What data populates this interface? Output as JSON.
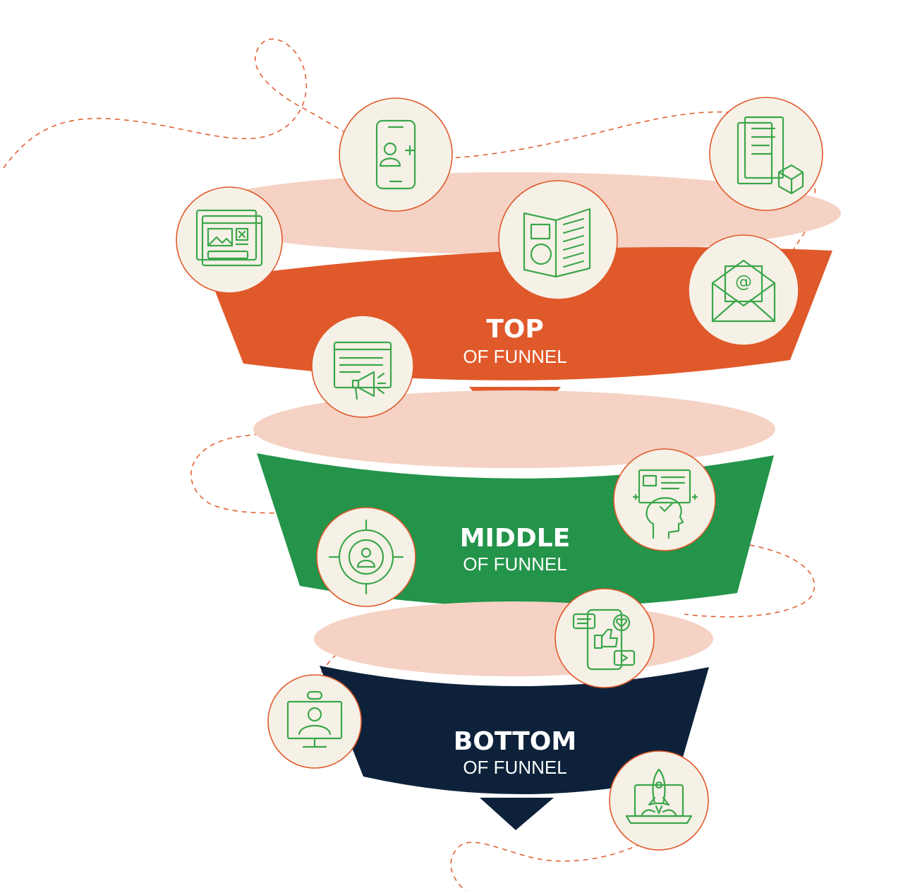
{
  "funnel": {
    "stages": [
      {
        "id": "top",
        "title": "TOP",
        "subtitle": "OF FUNNEL",
        "color": "#e0592a"
      },
      {
        "id": "middle",
        "title": "MIDDLE",
        "subtitle": "OF FUNNEL",
        "color": "#23944a"
      },
      {
        "id": "bottom",
        "title": "BOTTOM",
        "subtitle": "OF FUNNEL",
        "color": "#0d223a"
      }
    ],
    "rim_color": "#f5d2c4",
    "icon_stroke_color": "#3aa64a",
    "icon_bg_color": "#f6f1e7",
    "dashed_path_color": "#e0592a"
  },
  "icons": [
    {
      "name": "mobile-add-user-icon"
    },
    {
      "name": "documents-box-icon"
    },
    {
      "name": "web-ad-banner-icon"
    },
    {
      "name": "brochure-icon"
    },
    {
      "name": "email-newsletter-icon"
    },
    {
      "name": "web-announcement-icon"
    },
    {
      "name": "customer-insight-icon"
    },
    {
      "name": "target-audience-icon"
    },
    {
      "name": "social-media-engagement-icon"
    },
    {
      "name": "video-consultation-icon"
    },
    {
      "name": "product-launch-icon"
    }
  ]
}
